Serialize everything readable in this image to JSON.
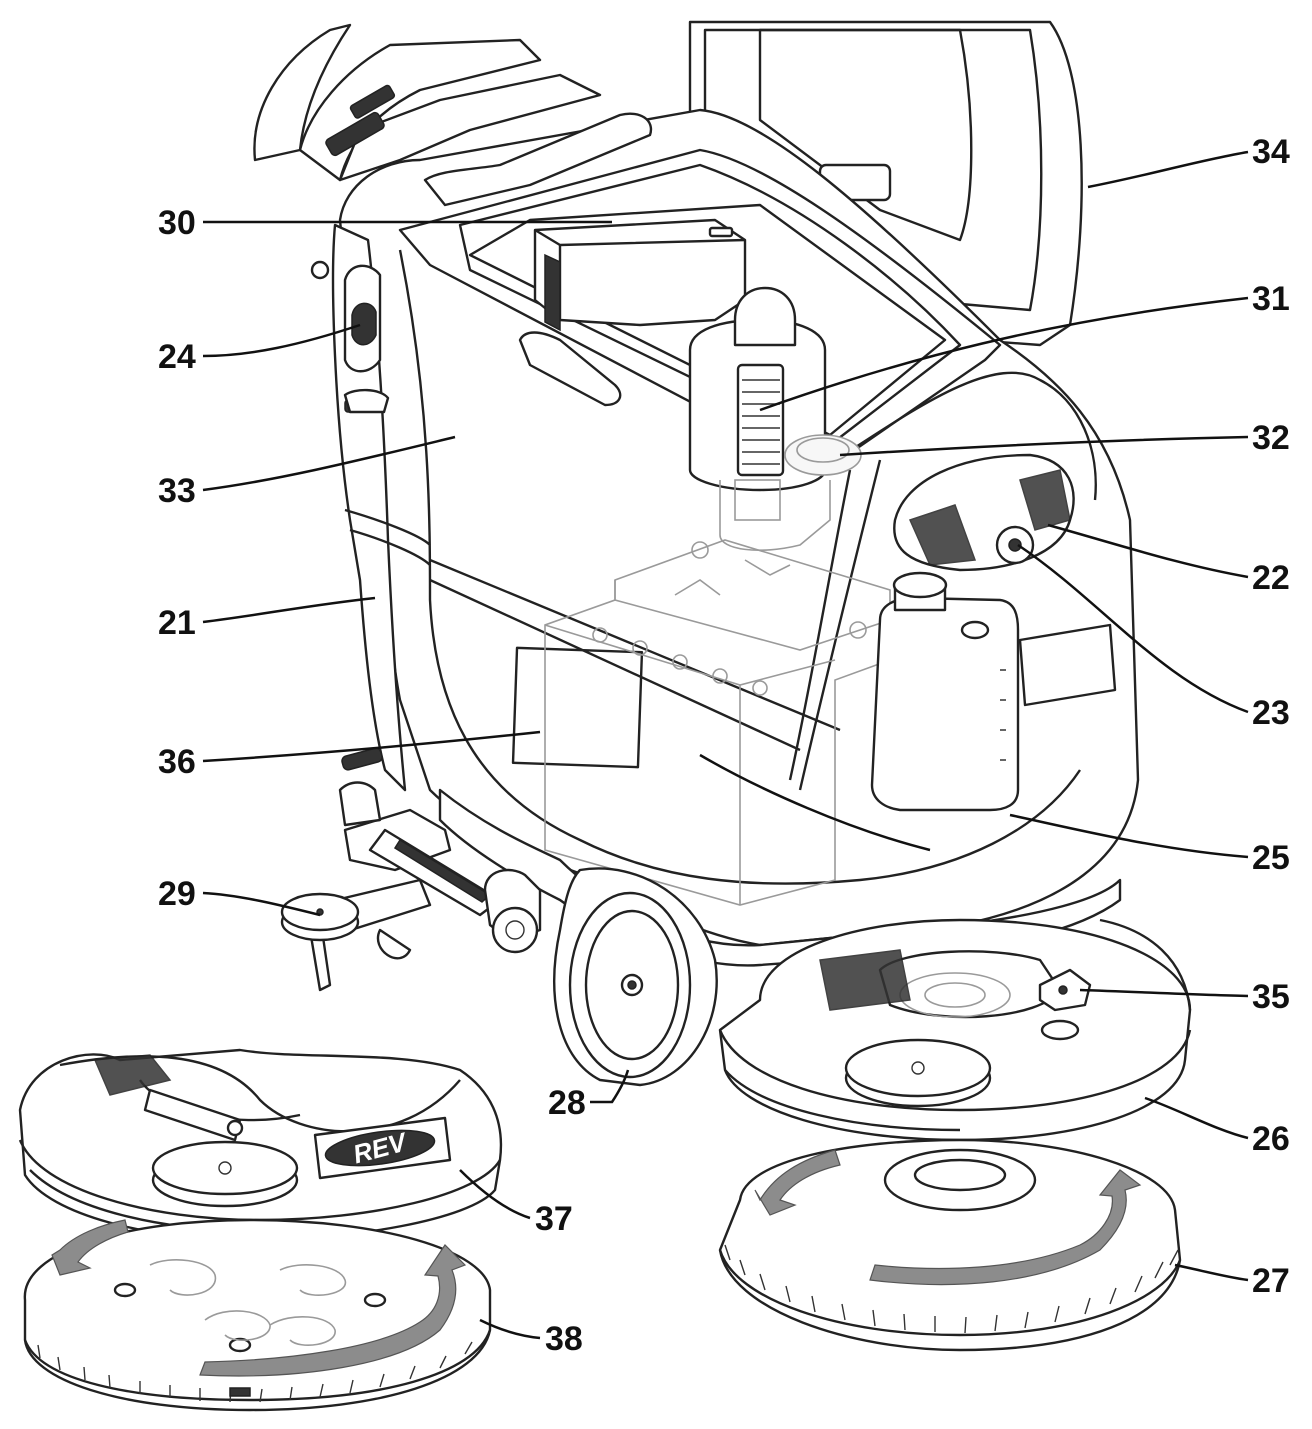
{
  "callouts": [
    {
      "id": "c30",
      "label": "30"
    },
    {
      "id": "c34",
      "label": "34"
    },
    {
      "id": "c24",
      "label": "24"
    },
    {
      "id": "c31",
      "label": "31"
    },
    {
      "id": "c33",
      "label": "33"
    },
    {
      "id": "c32",
      "label": "32"
    },
    {
      "id": "c22",
      "label": "22"
    },
    {
      "id": "c21",
      "label": "21"
    },
    {
      "id": "c23",
      "label": "23"
    },
    {
      "id": "c36",
      "label": "36"
    },
    {
      "id": "c25",
      "label": "25"
    },
    {
      "id": "c29",
      "label": "29"
    },
    {
      "id": "c35",
      "label": "35"
    },
    {
      "id": "c28",
      "label": "28"
    },
    {
      "id": "c26",
      "label": "26"
    },
    {
      "id": "c37",
      "label": "37"
    },
    {
      "id": "c27",
      "label": "27"
    },
    {
      "id": "c38",
      "label": "38"
    }
  ],
  "logo_text": "REV",
  "colors": {
    "line": "#222222",
    "ghost": "#9a9a9a",
    "background": "#ffffff"
  }
}
